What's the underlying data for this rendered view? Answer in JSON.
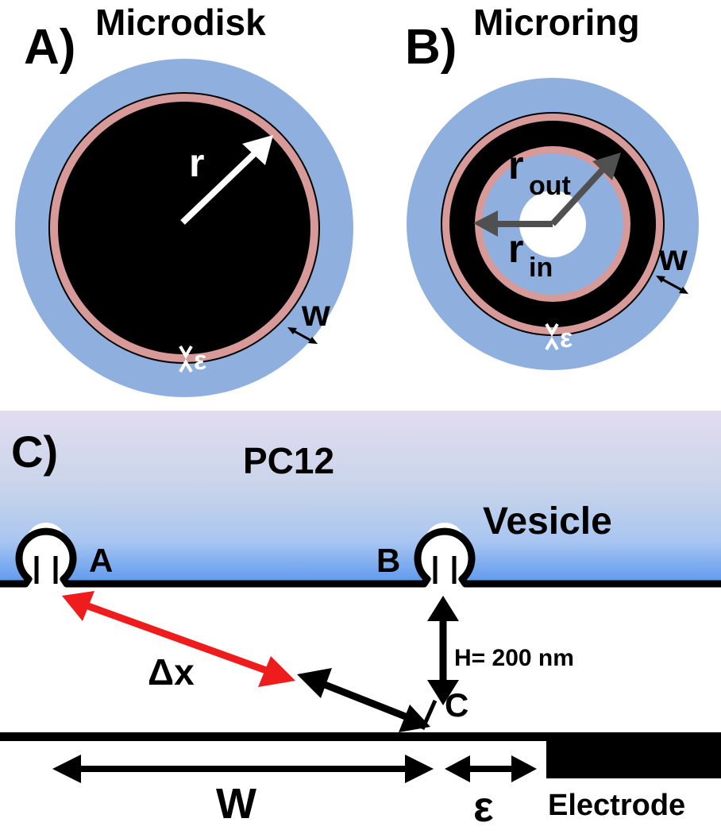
{
  "panel_a": {
    "letter": "A)",
    "title": "Microdisk",
    "radius_label": "r",
    "w_label": "w",
    "eps_label": "ε"
  },
  "panel_b": {
    "letter": "B)",
    "title": "Microring",
    "r_out_main": "r",
    "r_out_sub": "out",
    "r_in_main": "r",
    "r_in_sub": "in",
    "w_label": "w",
    "eps_label": "ε"
  },
  "panel_c": {
    "letter": "C)",
    "cell_label": "PC12",
    "vesicle_label": "Vesicle",
    "point_a": "A",
    "point_b": "B",
    "point_c": "C",
    "dx_label": "Δx",
    "height_label": "H= 200 nm",
    "width_label": "W",
    "eps_label": "ε",
    "electrode_label": "Electrode"
  },
  "colors": {
    "insulator": "#8fb0de",
    "gap": "#d89a98",
    "electrode": "#000000",
    "cell_top": "#dcd6ec",
    "cell_bottom": "#5c98ee",
    "red_arrow": "#ee1c1c",
    "gray_arrow": "#505050"
  }
}
